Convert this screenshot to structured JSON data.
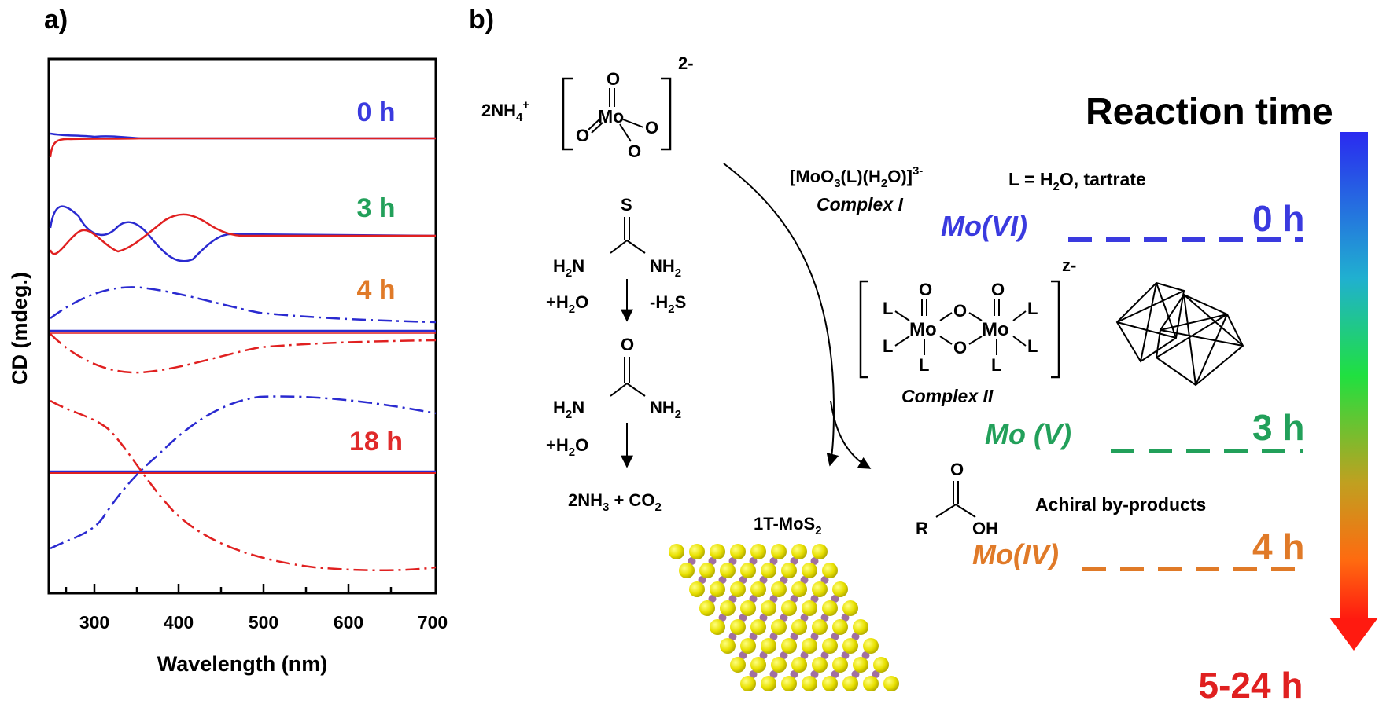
{
  "panel_a": {
    "label": "a)",
    "xlabel": "Wavelength (nm)",
    "ylabel": "CD (mdeg.)",
    "xticks": [
      "300",
      "400",
      "500",
      "600",
      "700"
    ],
    "time_labels": [
      {
        "text": "0 h",
        "color": "#3a3adf"
      },
      {
        "text": "3 h",
        "color": "#22a05a"
      },
      {
        "text": "4 h",
        "color": "#e07a28"
      },
      {
        "text": "18 h",
        "color": "#e02a2a"
      }
    ]
  },
  "panel_b": {
    "label": "b)",
    "reagents": {
      "ammonium": "2NH",
      "ammonium_sub": "4",
      "ammonium_sup": "+",
      "bracket_charge": "2-",
      "mo_center": "Mo",
      "oxo_o": "O",
      "thiourea_s": "S",
      "h2n_left": "H",
      "n_sub2": "2",
      "n_letter": "N",
      "nh2_right": "NH",
      "water_add": "+H",
      "water_o": "O",
      "minus_h2s": "-H",
      "h2s_s": "S",
      "urea_o": "O",
      "products_nh3": "2NH",
      "products_sub3": "3",
      "products_co2": " + CO",
      "products_sub2": "2"
    },
    "complex1_formula_a": "[MoO",
    "complex1_formula_b": "(L)(H",
    "complex1_formula_c": "O)]",
    "complex1_charge": "3-",
    "ligand_def_a": "L = H",
    "ligand_def_b": "O, tartrate",
    "complex1_name": "Complex I",
    "complex2_name": "Complex II",
    "complex2_charge": "z-",
    "ligand_L": "L",
    "mos2_a": "1T-MoS",
    "mos2_sub": "2",
    "acid_r": "R",
    "acid_oh": "OH",
    "acid_o": "O",
    "byproducts": "Achiral by-products",
    "reaction_time_title": "Reaction time",
    "final_time": "5-24 h",
    "states": [
      {
        "species": "Mo(VI)",
        "time": "0 h",
        "color": "#3a3adf"
      },
      {
        "species": "Mo (V)",
        "time": "3 h",
        "color": "#22a05a"
      },
      {
        "species": "Mo(IV)",
        "time": "4 h",
        "color": "#e07a28"
      }
    ]
  },
  "colors": {
    "blue": "#2a2ad0",
    "red": "#e02020",
    "green": "#22a05a",
    "orange": "#e07a28",
    "sulfur": "#e8e000",
    "molybdenum": "#a070a0"
  }
}
